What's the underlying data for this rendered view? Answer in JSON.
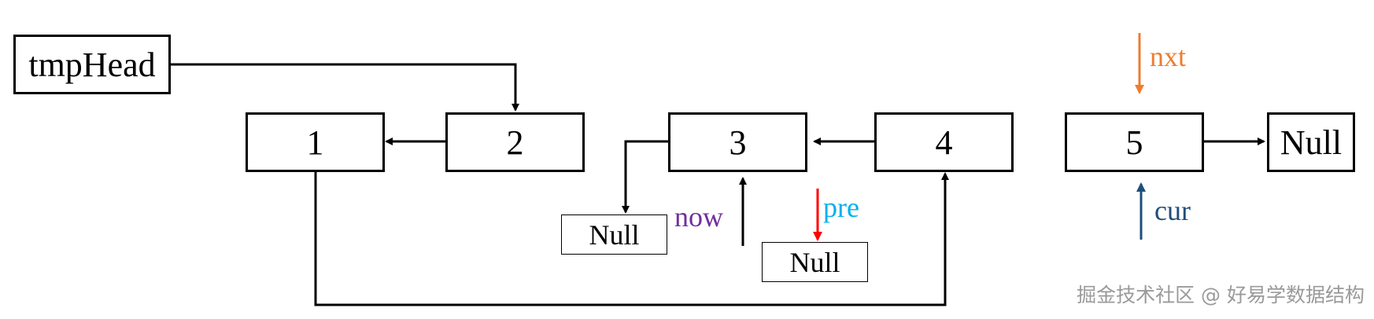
{
  "nodes": {
    "tmp_head": "tmpHead",
    "n1": "1",
    "n2": "2",
    "n3": "3",
    "n4": "4",
    "n5": "5",
    "null_right": "Null",
    "null_3": "Null",
    "null_pre": "Null"
  },
  "pointers": {
    "nxt": "nxt",
    "cur": "cur",
    "now": "now",
    "pre": "pre"
  },
  "colors": {
    "nxt": "#ED7D31",
    "cur": "#1F4E79",
    "now": "#7030A0",
    "pre": "#00B0F0",
    "pre_arrow": "#FF0000",
    "watermark": "#9A9A9A"
  },
  "watermark": "掘金技术社区 @ 好易学数据结构"
}
